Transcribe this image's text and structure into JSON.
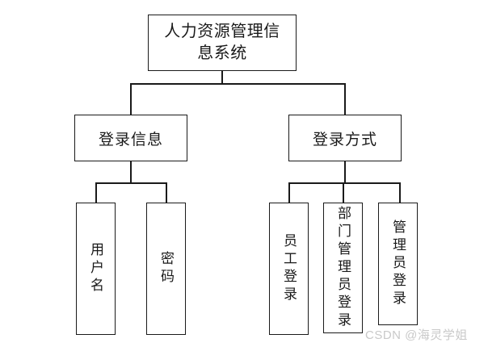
{
  "diagram": {
    "type": "tree-hierarchy",
    "background_color": "#ffffff",
    "line_color": "#1a1a1a",
    "root": {
      "label": "人力资源管理信息系统"
    },
    "level2": [
      {
        "id": "login-info",
        "label": "登录信息"
      },
      {
        "id": "login-method",
        "label": "登录方式"
      }
    ],
    "level3": [
      {
        "id": "username",
        "label": "用户名",
        "parent": "login-info"
      },
      {
        "id": "password",
        "label": "密码",
        "parent": "login-info"
      },
      {
        "id": "employee-login",
        "label": "员工登录",
        "parent": "login-method"
      },
      {
        "id": "department-admin-login",
        "label": "部门管理员登录",
        "parent": "login-method"
      },
      {
        "id": "admin-login",
        "label": "管理员登录",
        "parent": "login-method"
      }
    ]
  },
  "watermark": {
    "text": "CSDN @海灵学姐",
    "color": "#c9c9c9"
  }
}
